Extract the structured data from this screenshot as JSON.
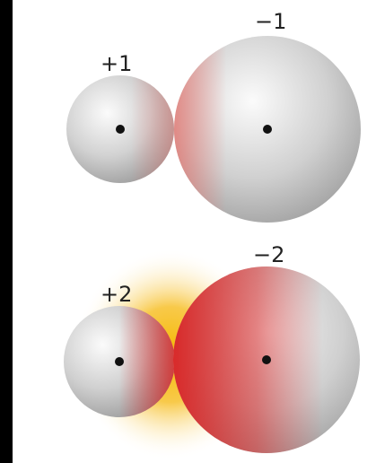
{
  "diagram": {
    "pairs": [
      {
        "cation": {
          "label": "+1"
        },
        "anion": {
          "label": "−1"
        },
        "glow": false
      },
      {
        "cation": {
          "label": "+2"
        },
        "anion": {
          "label": "−2"
        },
        "glow": true
      }
    ]
  },
  "colors": {
    "background": "#000000",
    "panel": "#ffffff",
    "sphere_highlight": "#fafafa",
    "sphere_mid": "#cfcfcf",
    "sphere_shadow": "#9a9a9a",
    "polarization_light": "#e8746e",
    "polarization_strong": "#d92a2a",
    "glow_center": "#f5b800",
    "glow_edge": "#ffffff"
  }
}
